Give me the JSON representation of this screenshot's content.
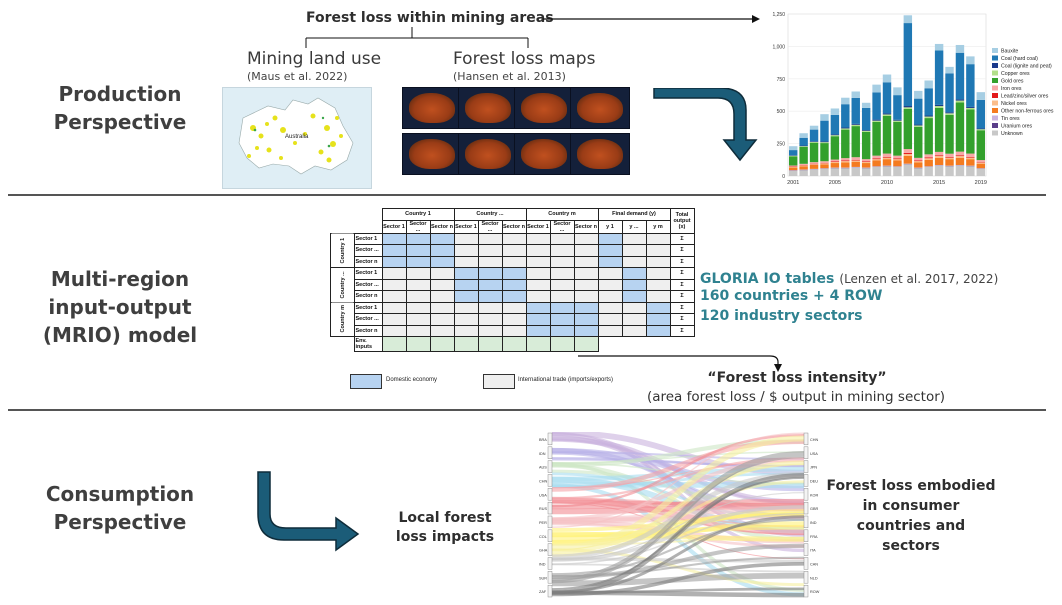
{
  "perspectives": {
    "production": "Production Perspective",
    "mrio": "Multi-region input-output (MRIO) model",
    "consumption": "Consumption Perspective"
  },
  "production": {
    "forest_loss_title": "Forest loss within mining areas",
    "mining_land_use": "Mining land use",
    "mining_cite": "(Maus et al. 2022)",
    "forest_maps": "Forest loss maps",
    "forest_cite": "(Hansen et al. 2013)",
    "map_label": "Australia"
  },
  "mrio": {
    "col_groups": [
      "Country 1",
      "Country ...",
      "Country m",
      "Final demand (y)",
      "Total output (x)"
    ],
    "sub_headers": [
      "Sector 1",
      "Sector ...",
      "Sector n",
      "Sector 1",
      "Sector ...",
      "Sector n",
      "Sector 1",
      "Sector ...",
      "Sector n",
      "y 1",
      "y ...",
      "y m"
    ],
    "row_groups": [
      "Country 1",
      "Country ...",
      "Country m"
    ],
    "row_labels": [
      "Sector 1",
      "Sector ...",
      "Sector n"
    ],
    "env_row": "Env. inputs",
    "sigma": "Σ",
    "legend_domestic": "Domestic economy",
    "legend_international": "International trade (imports/exports)",
    "gloria": "GLORIA IO tables",
    "gloria_cite": "(Lenzen et al. 2017, 2022)",
    "countries": "160 countries + 4 ROW",
    "sectors": "120 industry sectors",
    "intensity_title": "“Forest loss intensity”",
    "intensity_sub": "(area forest loss / $ output in mining sector)"
  },
  "consumption": {
    "local": "Local forest loss impacts",
    "embodied": "Forest loss embodied in consumer countries and sectors",
    "left_nodes": [
      "BRA",
      "IDN",
      "AUS",
      "CHN",
      "USA",
      "RUS",
      "PER",
      "COL",
      "GHA",
      "IND",
      "SUR",
      "ZAF"
    ],
    "right_nodes": [
      "CHN",
      "USA",
      "JPN",
      "DEU",
      "KOR",
      "GBR",
      "IND",
      "FRA",
      "ITA",
      "CAN",
      "NLD",
      "ROW"
    ]
  },
  "chart_data": {
    "type": "bar",
    "stacked": true,
    "categories": [
      "2001",
      "2002",
      "2003",
      "2004",
      "2005",
      "2006",
      "2007",
      "2008",
      "2009",
      "2010",
      "2011",
      "2012",
      "2013",
      "2014",
      "2015",
      "2016",
      "2017",
      "2018",
      "2019"
    ],
    "x_tick_labels": [
      "2001",
      "2005",
      "2010",
      "2015",
      "2019"
    ],
    "ylim": [
      0,
      1250
    ],
    "y_ticks": [
      "0",
      "250",
      "500",
      "750",
      "1,000",
      "1,250"
    ],
    "legend_position": "right",
    "series": [
      {
        "name": "Unknown",
        "color": "#c8c8c8",
        "values": [
          40,
          45,
          50,
          55,
          60,
          60,
          65,
          60,
          70,
          75,
          70,
          90,
          60,
          70,
          80,
          75,
          80,
          75,
          55
        ]
      },
      {
        "name": "Uranium ores",
        "color": "#5b3f8a",
        "values": [
          2,
          2,
          2,
          2,
          2,
          2,
          2,
          2,
          2,
          2,
          2,
          2,
          2,
          2,
          2,
          2,
          2,
          2,
          2
        ]
      },
      {
        "name": "Tin ores",
        "color": "#c9b3de",
        "values": [
          3,
          3,
          3,
          3,
          3,
          3,
          3,
          3,
          3,
          3,
          3,
          3,
          3,
          3,
          3,
          3,
          3,
          3,
          3
        ]
      },
      {
        "name": "Other non-ferrous ores",
        "color": "#f47b20",
        "values": [
          20,
          25,
          30,
          30,
          35,
          40,
          40,
          35,
          45,
          50,
          45,
          60,
          40,
          50,
          55,
          50,
          55,
          50,
          35
        ]
      },
      {
        "name": "Nickel ores",
        "color": "#fbbd8a",
        "values": [
          5,
          6,
          6,
          8,
          8,
          10,
          10,
          8,
          10,
          12,
          10,
          15,
          10,
          12,
          14,
          12,
          14,
          12,
          8
        ]
      },
      {
        "name": "Lead/zinc/silver ores",
        "color": "#e31a1c",
        "values": [
          3,
          3,
          4,
          4,
          4,
          5,
          5,
          4,
          5,
          6,
          5,
          8,
          5,
          6,
          6,
          6,
          6,
          6,
          4
        ]
      },
      {
        "name": "Iron ores",
        "color": "#f7a9a8",
        "values": [
          8,
          10,
          12,
          12,
          15,
          18,
          20,
          18,
          22,
          25,
          22,
          30,
          20,
          24,
          26,
          24,
          28,
          25,
          16
        ]
      },
      {
        "name": "Gold ores",
        "color": "#33a02c",
        "values": [
          70,
          130,
          150,
          140,
          180,
          220,
          240,
          210,
          260,
          290,
          260,
          310,
          240,
          280,
          340,
          300,
          380,
          340,
          230
        ]
      },
      {
        "name": "Copper ores",
        "color": "#b2df8a",
        "values": [
          5,
          6,
          6,
          7,
          8,
          9,
          10,
          9,
          10,
          12,
          10,
          12,
          10,
          12,
          14,
          12,
          14,
          12,
          8
        ]
      },
      {
        "name": "Coal (lignite and peat)",
        "color": "#1b3a8c",
        "values": [
          4,
          5,
          5,
          6,
          6,
          7,
          7,
          6,
          8,
          8,
          7,
          10,
          7,
          8,
          9,
          8,
          9,
          8,
          6
        ]
      },
      {
        "name": "Coal (hard coal)",
        "color": "#1f78b4",
        "values": [
          40,
          60,
          90,
          160,
          150,
          180,
          200,
          170,
          210,
          240,
          190,
          640,
          200,
          210,
          420,
          300,
          360,
          330,
          220
        ]
      },
      {
        "name": "Bauxite",
        "color": "#a6cee3",
        "values": [
          30,
          35,
          30,
          50,
          50,
          50,
          50,
          40,
          60,
          60,
          60,
          60,
          60,
          60,
          50,
          50,
          60,
          60,
          60
        ]
      }
    ]
  }
}
